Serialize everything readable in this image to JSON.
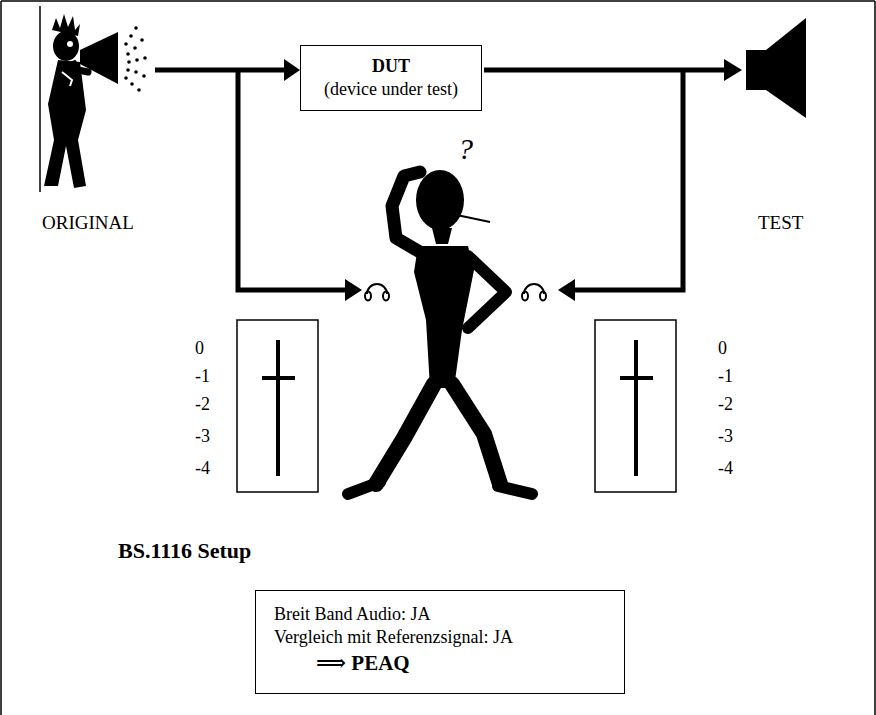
{
  "diagram": {
    "caption": "BS.1116 Setup",
    "nodes": [
      {
        "text": [
          "DUT",
          "(device under test)"
        ]
      },
      {
        "text": [
          "Breit Band Audio: JA",
          "Vergleich mit Referenzsignal: JA",
          "⟹ PEAQ"
        ]
      }
    ],
    "labels": [
      "ORIGINAL",
      "TEST",
      "?",
      "0",
      "-1",
      "-2",
      "-3",
      "-4",
      "0",
      "-1",
      "-2",
      "-3",
      "-4"
    ]
  }
}
